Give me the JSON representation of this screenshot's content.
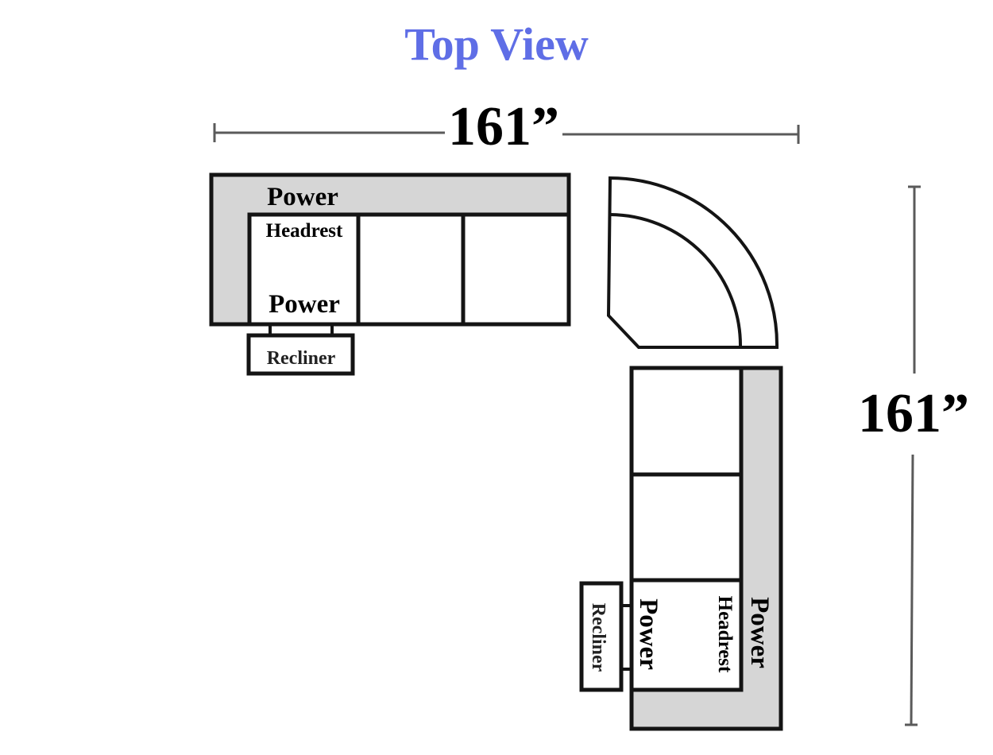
{
  "title": "Top View",
  "colors": {
    "title": "#5f6ee6",
    "outline": "#141414",
    "shade": "#d6d6d6",
    "dimension_line": "#5a5a5a"
  },
  "dimensions": {
    "width": "161”",
    "depth": "161”"
  },
  "left_section": {
    "back_label": "Power",
    "seat_top_label": "Headrest",
    "seat_bottom_label": "Power",
    "recliner_label": "Recliner"
  },
  "right_section": {
    "back_label": "Power",
    "seat_headrest_label": "Headrest",
    "seat_power_label": "Power",
    "recliner_label": "Recliner"
  }
}
